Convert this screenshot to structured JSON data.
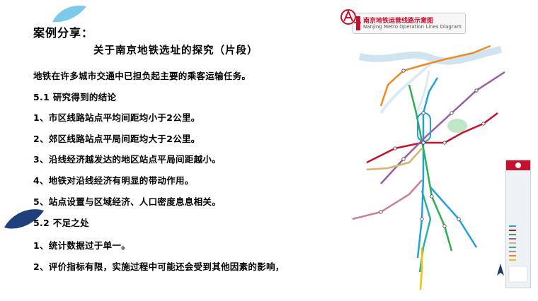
{
  "slide": {
    "heading": "案例分享：",
    "subtitle": "关于南京地铁选址的探究（片段）",
    "lines": [
      "地铁在许多城市交通中已担负起主要的乘客运输任务。",
      "5.1 研究得到的结论",
      "1、市区线路站点平均间距均小于2公里。",
      "2、郊区线路站点平局间距均大于2公里。",
      "3、沿线经济越发达的地区站点平局间距越小。",
      "4、地铁对沿线经济有明显的带动作用。",
      "5、站点设置与区域经济、人口密度息息相关。",
      "5.2 不足之处",
      "1、统计数据过于单一。",
      "2、评价指标有限，实施过程中可能还会受到其他因素的影响，"
    ]
  },
  "map": {
    "title_cn": "南京地铁运营线路示意图",
    "title_en": "Nanjing Metro Operation Lines Diagram",
    "line_colors": {
      "line1": "#1fa1de",
      "line2": "#c8102e",
      "line3": "#2fae4c",
      "line4": "#9a5aa8",
      "line10": "#d9b26b",
      "lineS1": "#2bb0a6",
      "lineS3": "#d07aa0",
      "lineS8": "#f18a1e",
      "lineS9": "#f2c200",
      "river": "#cfe3f1",
      "accent": "#c8102e"
    }
  }
}
